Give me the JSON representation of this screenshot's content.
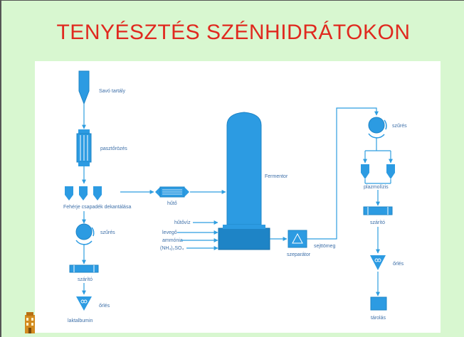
{
  "title": "TENYÉSZTÉS SZÉNHIDRÁTOKON",
  "colors": {
    "background": "#d8f7d0",
    "title": "#e0291f",
    "equipment": "#2c9be2",
    "equipment_dark": "#1e84c6",
    "line": "#2f9ee0",
    "label": "#3d6fa8"
  },
  "labels": {
    "savo_tartaly": "Savó tartály",
    "pasztorozes": "pasztőrözés",
    "feherje": "Fehérje csapadék dekantálása",
    "szures_left": "szűrés",
    "szarito_left": "szárító",
    "orles_left": "őrlés",
    "laktalbumin": "laktalbumin",
    "huto": "hűtő",
    "fermentor": "Fermentor",
    "hutoviz": "hűtővíz",
    "levego": "levegő",
    "ammonia": "ammónia",
    "ammonium_sulfate": "(NH₄)₂SO₄",
    "szeparator": "szeparátor",
    "sejttomeg": "sejttömeg",
    "szures_right": "szűrés",
    "plazmolizis": "plazmolízis",
    "szarito_right": "szárító",
    "orles_right": "őrlés",
    "tarolas": "tárolás"
  }
}
